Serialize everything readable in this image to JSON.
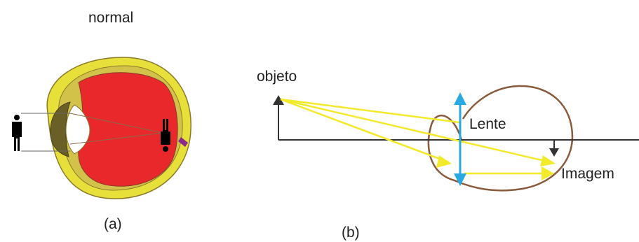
{
  "figure": {
    "title": "normal",
    "panel_a": {
      "label": "(a)"
    },
    "panel_b": {
      "label": "(b)",
      "object_label": "objeto",
      "lens_label": "Lente",
      "image_label": "Imagem"
    }
  },
  "colors": {
    "sclera": "#e8e03a",
    "choroid": "#d2c24a",
    "vitreous": "#e8282b",
    "outline": "#8a7a2a",
    "iris": "#6b5f28",
    "lens_shape": "#ffffff",
    "ray": "#f2ea2a",
    "optical_axis": "#333333",
    "lens_arrow": "#29a9e1",
    "eyeball_outline": "#8a5a3c",
    "object_arrow": "#333333",
    "silhouette": "#000000"
  }
}
